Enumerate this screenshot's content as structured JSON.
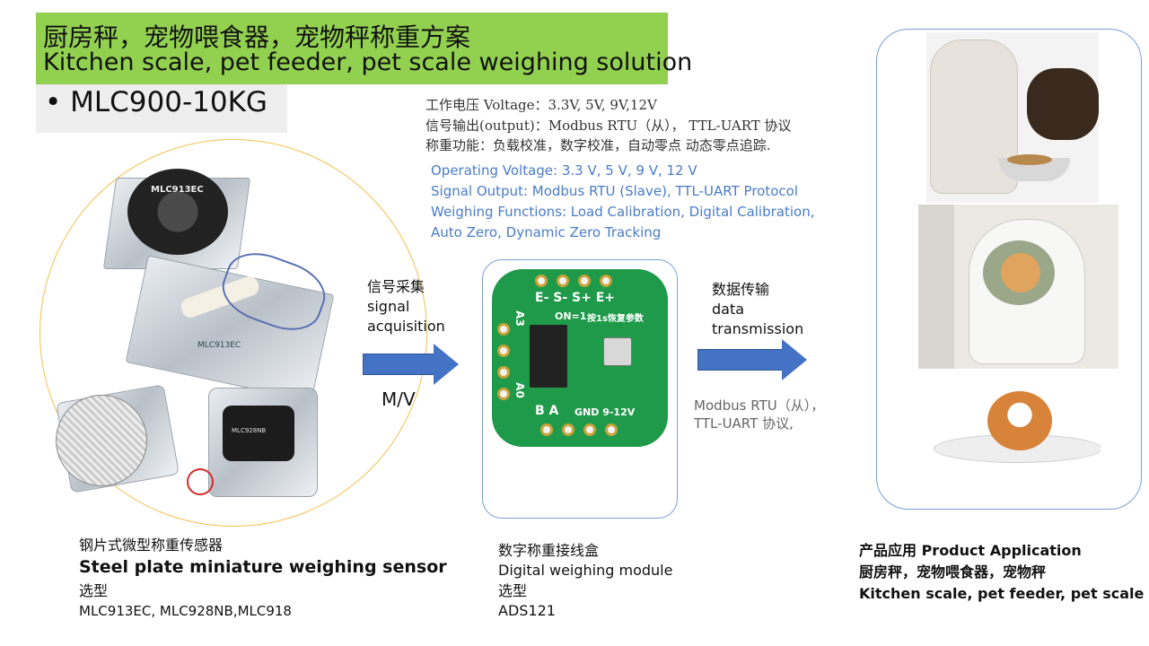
{
  "title": {
    "cn": "厨房秤，宠物喂食器，宠物秤称重方案",
    "en": "Kitchen scale, pet feeder, pet scale weighing solution"
  },
  "model": "• MLC900-10KG",
  "specs_cn": [
    "工作电压 Voltage：3.3V, 5V, 9V,12V",
    "信号输出(output)：Modbus RTU（从）， TTL-UART 协议",
    "称重功能：负载校准，数字校准，自动零点 动态零点追踪."
  ],
  "specs_en": [
    "Operating Voltage: 3.3 V, 5 V, 9 V, 12 V",
    "Signal Output: Modbus RTU (Slave), TTL-UART Protocol",
    "Weighing Functions: Load Calibration, Digital Calibration,",
    "Auto Zero, Dynamic Zero Tracking"
  ],
  "sensor_labels": {
    "cap_top": "MLC913EC",
    "plate": "MLC913EC",
    "black": "MLC928NB"
  },
  "signal_acq": {
    "cn": "信号采集",
    "en1": "signal",
    "en2": "acquisition",
    "unit": "M/V"
  },
  "pcb": {
    "top_pins": "E-  S-  S+  E+",
    "on": "ON=1",
    "reset": "按1s恢复参数",
    "a3": "A3",
    "a0": "A0",
    "bottom": "B  A",
    "power": "GND  9-12V"
  },
  "data_tx": {
    "cn": "数据传输",
    "en1": "data",
    "en2": "transmission"
  },
  "protocol": {
    "line1": "Modbus RTU（从），",
    "line2": "TTL-UART 协议,"
  },
  "sensor_caption": {
    "cn": "钢片式微型称重传感器",
    "en": "Steel plate miniature weighing sensor",
    "select": "选型",
    "models": "MLC913EC, MLC928NB,MLC918"
  },
  "module_caption": {
    "cn": "数字称重接线盒",
    "en": "Digital weighing module",
    "select": "选型",
    "model": "ADS121"
  },
  "app_caption": {
    "line1": "产品应用 Product Application",
    "line2": "厨房秤，宠物喂食器，宠物秤",
    "line3": "Kitchen scale, pet feeder, pet scale"
  },
  "colors": {
    "banner": "#92d050",
    "arrow": "#4472c4",
    "spec_en": "#4a7cc9",
    "pcb": "#1f9a4a",
    "frame": "#7a9ed8",
    "circle": "#f2c14e"
  },
  "icons": [
    "arrow-right-icon",
    "load-cell-photo",
    "pcb-module-photo",
    "pet-feeder-photo",
    "litter-box-photo",
    "pet-scale-photo"
  ]
}
